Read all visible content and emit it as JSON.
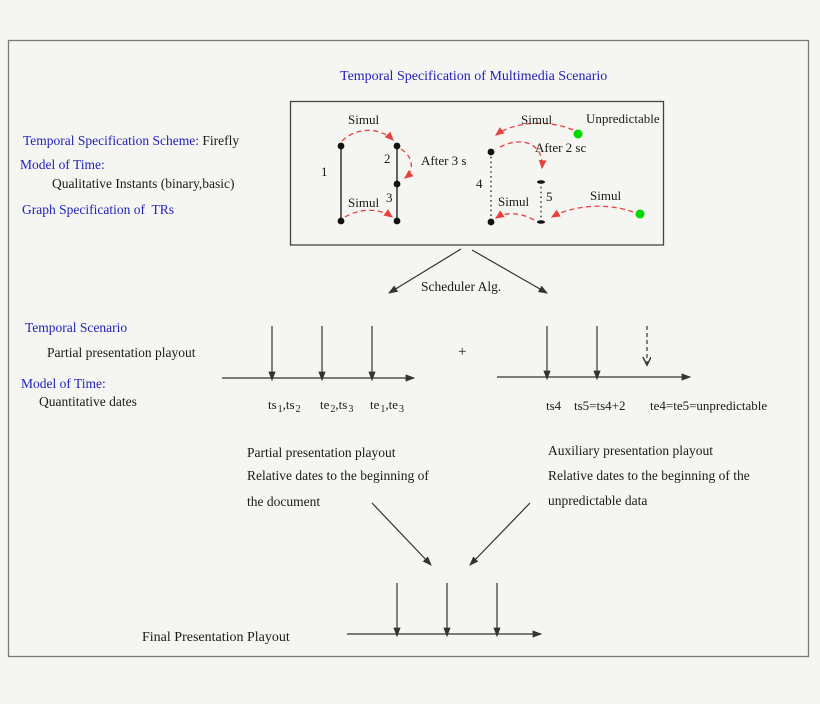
{
  "colors": {
    "blue": "#2222bb",
    "red": "#e84040",
    "green": "#00d900",
    "ink": "#1a1a1a"
  },
  "header": {
    "title": "Temporal Specification of Multimedia Scenario"
  },
  "spec_panel": {
    "scheme_label": "Temporal Specification Scheme:",
    "scheme_value": " Firefly",
    "model_label": "Model of Time:",
    "model_value": "Qualitative Instants (binary,basic)",
    "graph_label": "Graph Specification of  TRs"
  },
  "graph_box": {
    "left": {
      "edge1": "1",
      "edge2": "2",
      "edge3": "3",
      "simul_top": "Simul",
      "simul_bottom": "Simul",
      "after": "After 3 s"
    },
    "right": {
      "edge4": "4",
      "edge5": "5",
      "simul_top": "Simul",
      "unpredictable": "Unpredictable",
      "after": "After 2 sc",
      "simul_mid": "Simul",
      "simul_right": "Simul"
    }
  },
  "scheduler": {
    "label": "Scheduler Alg."
  },
  "scenario_panel": {
    "title": "Temporal Scenario",
    "subtitle": "Partial presentation playout",
    "model_label": "Model of Time:",
    "model_value": "Quantitative dates"
  },
  "plus": "+",
  "timeline1": {
    "tick_labels": [
      {
        "a": "ts",
        "b": "1",
        "c": ",ts",
        "d": "2"
      },
      {
        "a": "te",
        "b": "2",
        "c": ",ts",
        "d": "3"
      },
      {
        "a": "te",
        "b": "1",
        "c": ",te",
        "d": "3"
      }
    ]
  },
  "timeline2": {
    "tick_labels": [
      "ts4",
      "ts5=ts4+2",
      "te4=te5=unpredictable"
    ]
  },
  "notes_left": {
    "line1": "Partial presentation playout",
    "line2": "Relative dates to the beginning of",
    "line3": "the document"
  },
  "notes_right": {
    "line1": "Auxiliary presentation playout",
    "line2": "Relative dates to the beginning of the",
    "line3": "unpredictable data"
  },
  "footer": {
    "label": "Final Presentation Playout"
  }
}
